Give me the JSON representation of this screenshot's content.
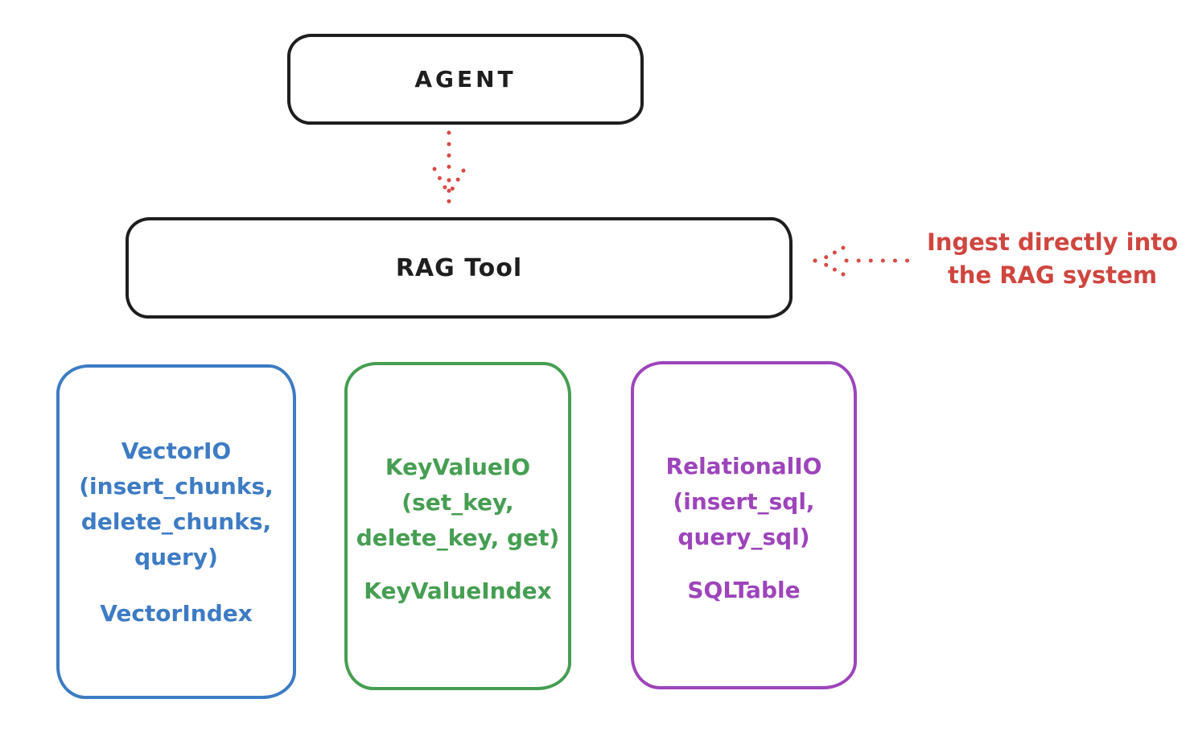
{
  "diagram": {
    "background": "#ffffff",
    "stroke_black": "#1e1e1e",
    "accent_red": "#d84b45"
  },
  "nodes": {
    "agent": {
      "label": "AGENT"
    },
    "rag_tool": {
      "label": "RAG Tool"
    }
  },
  "arrows": {
    "agent_to_rag": {
      "style": "dotted",
      "color": "#d84b45",
      "direction": "down",
      "from": "agent",
      "to": "rag_tool"
    },
    "ingest_into_rag": {
      "style": "dotted",
      "color": "#d84b45",
      "direction": "left",
      "to": "rag_tool"
    }
  },
  "annotation": {
    "line1": "Ingest directly into",
    "line2": "the RAG system",
    "color": "#d0453f"
  },
  "io_boxes": [
    {
      "name": "vector-io",
      "color": "#3d7bc4",
      "lines": [
        "VectorIO",
        "(insert_chunks,",
        "delete_chunks,",
        "query)"
      ],
      "index_label": "VectorIndex"
    },
    {
      "name": "keyvalue-io",
      "color": "#469e52",
      "lines": [
        "KeyValueIO",
        "(set_key,",
        "delete_key, get)"
      ],
      "index_label": "KeyValueIndex"
    },
    {
      "name": "relational-io",
      "color": "#9d44bb",
      "lines": [
        "RelationalIO",
        "(insert_sql,",
        "query_sql)"
      ],
      "index_label": "SQLTable"
    }
  ]
}
